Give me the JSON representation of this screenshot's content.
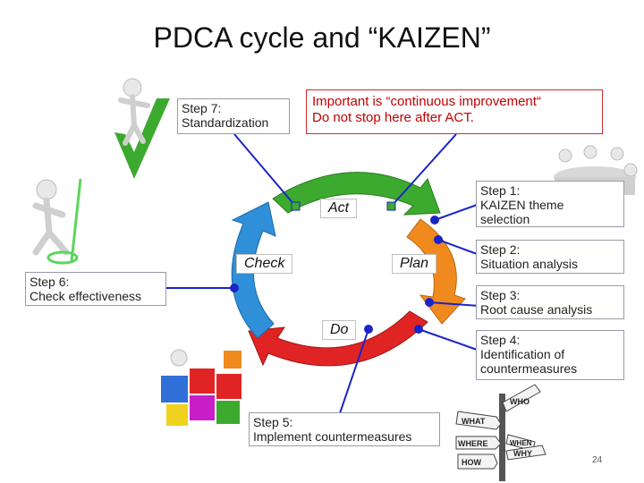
{
  "title": "PDCA cycle and “KAIZEN”",
  "note": {
    "line1": "Important is “continuous improvement“",
    "line2": "Do not stop here after ACT."
  },
  "steps": {
    "step7": {
      "line1": "Step 7:",
      "line2": "Standardization"
    },
    "step1": {
      "line1": "Step 1:",
      "line2": "KAIZEN theme",
      "line3": "selection"
    },
    "step2": {
      "line1": "Step 2:",
      "line2": "Situation analysis"
    },
    "step3": {
      "line1": "Step 3:",
      "line2": "Root cause analysis"
    },
    "step4": {
      "line1": "Step 4:",
      "line2": "Identification of",
      "line3": "countermeasures"
    },
    "step5": {
      "line1": "Step 5:",
      "line2": "Implement countermeasures"
    },
    "step6": {
      "line1": "Step 6:",
      "line2": "Check effectiveness"
    }
  },
  "cycle": {
    "act": "Act",
    "plan": "Plan",
    "do": "Do",
    "check": "Check"
  },
  "colors": {
    "green": "#3caa2e",
    "orange": "#f08a1e",
    "red": "#e02424",
    "blue": "#2f8fd8",
    "connector": "#1a24c8"
  },
  "signpost": [
    "WHAT",
    "WHO",
    "WHERE",
    "WHEN",
    "WHY",
    "HOW"
  ],
  "page_number": "24"
}
